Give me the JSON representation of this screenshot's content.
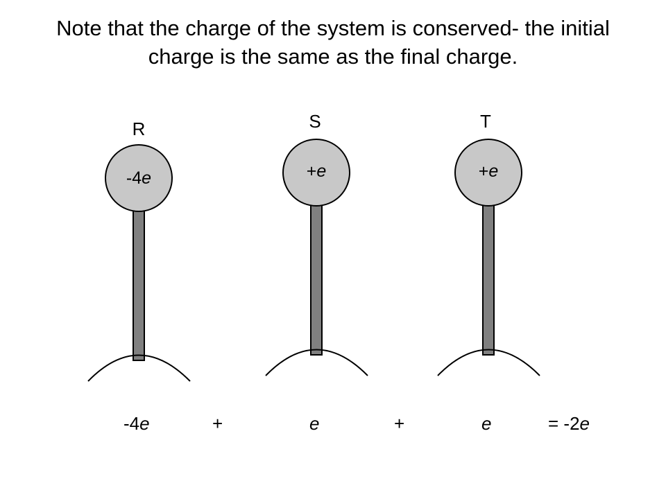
{
  "title": "Note that the charge of the system is conserved- the initial charge is the same as the final charge.",
  "spheres": [
    {
      "letter": "R",
      "charge_prefix": "-4",
      "charge_unit": "e"
    },
    {
      "letter": "S",
      "charge_prefix": "+",
      "charge_unit": "e"
    },
    {
      "letter": "T",
      "charge_prefix": "+",
      "charge_unit": "e"
    }
  ],
  "equation": {
    "term1_prefix": "-4",
    "term1_unit": "e",
    "plus1": "+",
    "term2_unit": "e",
    "plus2": "+",
    "term3_unit": "e",
    "result_prefix": "= -2",
    "result_unit": "e"
  },
  "colors": {
    "sphere_fill": "#c8c8c8",
    "rod_fill": "#808080",
    "stroke": "#000000"
  }
}
